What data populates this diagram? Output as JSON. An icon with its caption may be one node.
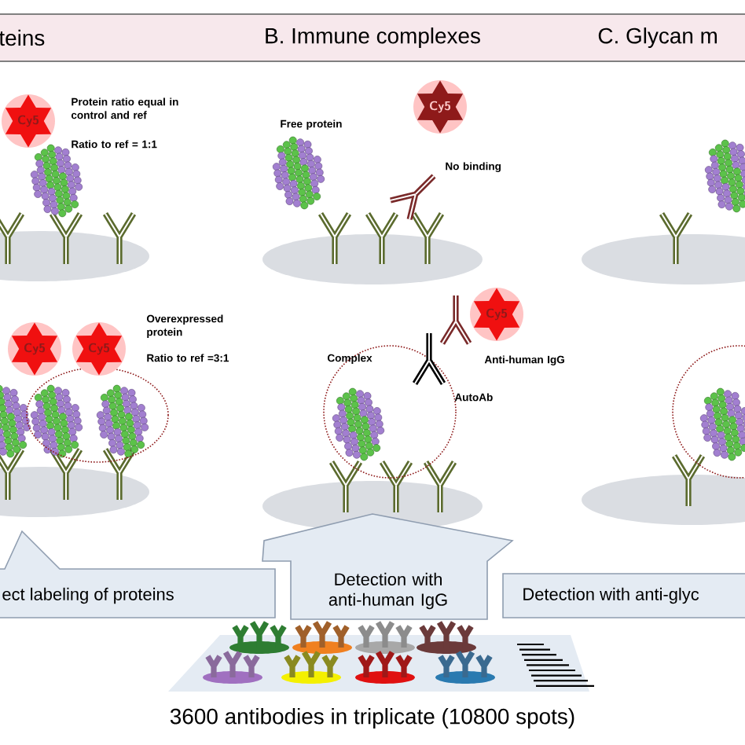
{
  "diagram": {
    "nodes": [
      {
        "text": [
          "teins",
          "B. Immune complexes",
          "C. Glycan m"
        ]
      },
      {
        "text": [
          "Cy5"
        ]
      },
      {
        "text": [
          "Cy5"
        ]
      },
      {
        "text": [
          "Cy5"
        ]
      },
      {
        "text": [
          "Cy5"
        ]
      },
      {
        "text": [
          "Cy5"
        ]
      },
      {
        "text": [
          "ect labeling of proteins"
        ]
      },
      {
        "text": [
          "Detection with anti-human IgG"
        ]
      },
      {
        "text": [
          "Detection with anti-glyc"
        ]
      }
    ],
    "labels": [
      "Protein ratio equal in control and ref",
      "Ratio to ref = 1:1",
      "Free protein",
      "No binding",
      "Overexpressed protein",
      "Ratio to ref =3:1",
      "Complex",
      "Anti-human IgG",
      "AutoAb",
      "3600 antibodies in triplicate (10800 spots)"
    ]
  }
}
